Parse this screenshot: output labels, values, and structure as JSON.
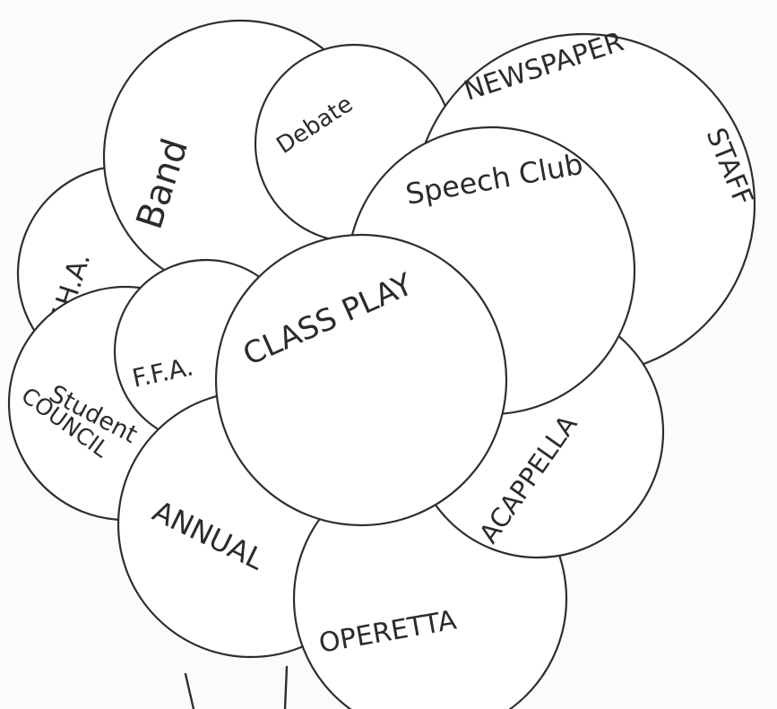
{
  "diagram": {
    "circles": [
      {
        "id": "fha",
        "label": "F.H.A."
      },
      {
        "id": "student-council",
        "label": "Student Council",
        "lines": [
          "Student",
          "COUNCIL"
        ]
      },
      {
        "id": "band",
        "label": "Band"
      },
      {
        "id": "debate",
        "label": "Debate"
      },
      {
        "id": "newspaper-staff",
        "label": "Newspaper Staff",
        "lines": [
          "NEWSPAPER",
          "STAFF"
        ]
      },
      {
        "id": "ffa",
        "label": "F.F.A."
      },
      {
        "id": "annual",
        "label": "ANNUAL"
      },
      {
        "id": "operetta",
        "label": "OPERETTA"
      },
      {
        "id": "acappella",
        "label": "ACAPPELLA"
      },
      {
        "id": "speech-club",
        "label": "Speech Club"
      },
      {
        "id": "class-play",
        "label": "CLASS PLAY"
      }
    ]
  }
}
